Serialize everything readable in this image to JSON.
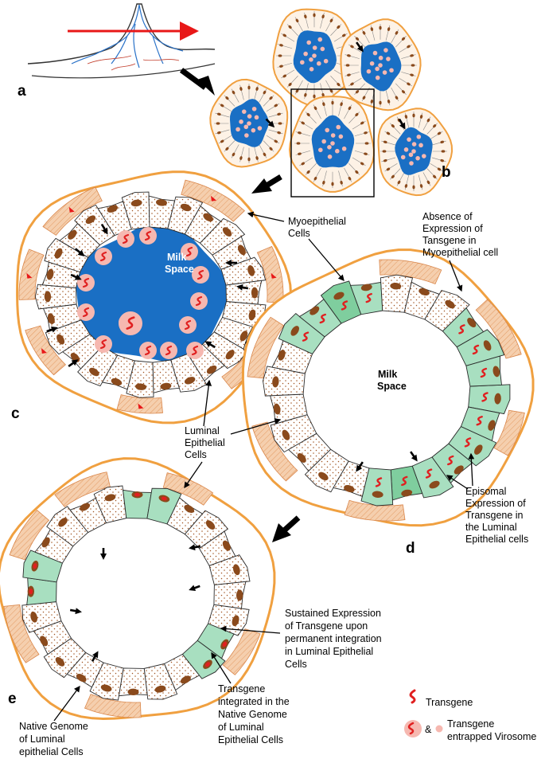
{
  "panels": {
    "a": "a",
    "b": "b",
    "c": "c",
    "d": "d",
    "e": "e"
  },
  "milk_space": {
    "c": [
      "Milk",
      "Space"
    ],
    "d": [
      "Milk",
      "Space"
    ]
  },
  "labels": {
    "myoepithelial": [
      "Myoepithelial",
      "Cells"
    ],
    "absence": [
      "Absence of",
      "Expression of",
      "Tansgene in",
      "Myoepithelial cell"
    ],
    "luminal": [
      "Luminal",
      "Epithelial",
      "Cells"
    ],
    "episomal": [
      "Episomal",
      "Expression of",
      "Transgene in",
      "the Luminal",
      "Epithelial cells"
    ],
    "sustained": [
      "Sustained Expression",
      "of Transgene upon",
      "permanent integration",
      "in Luminal Epithelial",
      "Cells"
    ],
    "integrated": [
      "Transgene",
      "integrated in the",
      "Native Genome",
      "of Luminal",
      "Epithelial Cells"
    ],
    "native": [
      "Native Genome",
      "of Luminal",
      "epithelial Cells"
    ]
  },
  "legend": {
    "transgene": "Transgene",
    "amp": "&",
    "virosome": [
      "Transgene",
      "entrapped Virosome"
    ]
  },
  "colors": {
    "outline": "#f0a040",
    "milk_blue": "#1a6fc4",
    "nucleus": "#8a4a1c",
    "transgene": "#e02020",
    "virosome": "#f6b8b0",
    "expressing_cell": "#a8dfc0",
    "myo_fill": "#f4c9a4",
    "arrow_red": "#e81818"
  }
}
